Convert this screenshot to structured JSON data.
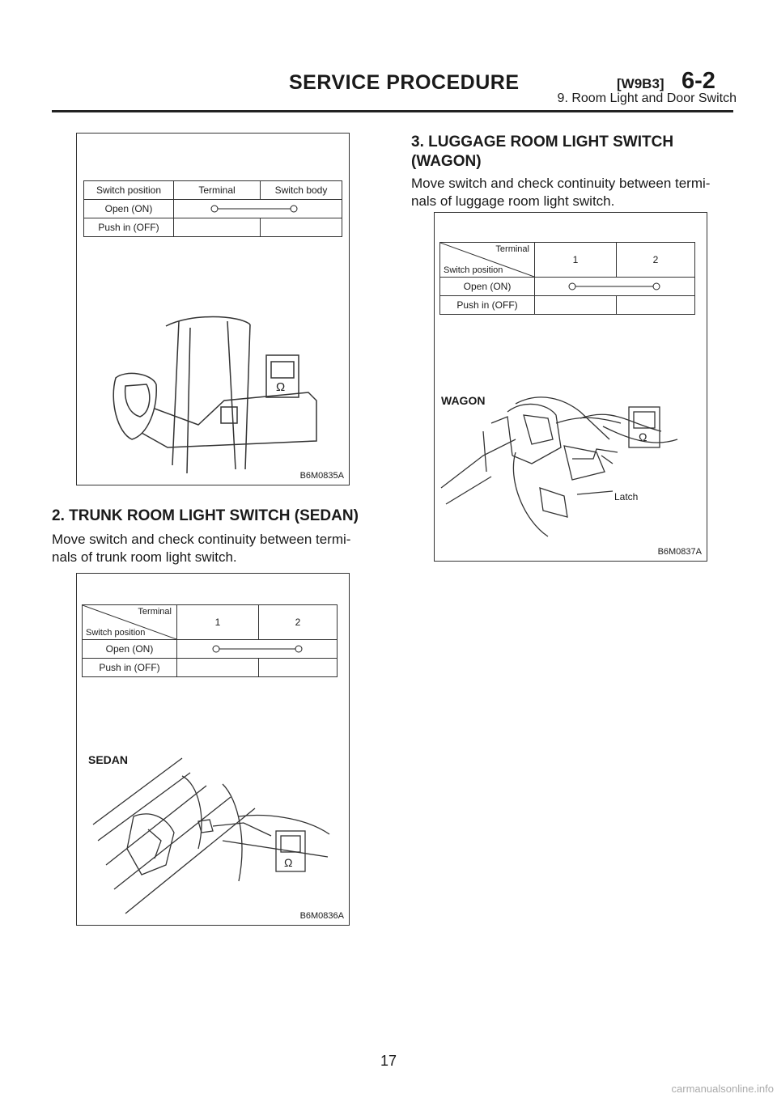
{
  "header": {
    "title": "SERVICE PROCEDURE",
    "code": "[W9B3]",
    "section": "6-2",
    "subtitle": "9. Room Light and Door Switch"
  },
  "figure1": {
    "id": "B6M0835A",
    "table": {
      "headers": [
        "Switch position",
        "Terminal",
        "Switch body"
      ],
      "rows": [
        "Open (ON)",
        "Push in (OFF)"
      ]
    },
    "meter_symbol": "Ω"
  },
  "section2": {
    "heading": "2. TRUNK ROOM LIGHT SWITCH (SEDAN)",
    "body_line1": "Move switch and check continuity between termi-",
    "body_line2": "nals of trunk room light switch."
  },
  "figure2": {
    "id": "B6M0836A",
    "label": "SEDAN",
    "table": {
      "corner_top": "Terminal",
      "corner_bottom": "Switch position",
      "col1": "1",
      "col2": "2",
      "rows": [
        "Open (ON)",
        "Push in (OFF)"
      ]
    },
    "meter_symbol": "Ω"
  },
  "section3": {
    "heading_line1": "3. LUGGAGE ROOM LIGHT SWITCH",
    "heading_line2": "(WAGON)",
    "body_line1": "Move switch and check continuity between termi-",
    "body_line2": "nals of luggage room light switch."
  },
  "figure3": {
    "id": "B6M0837A",
    "label": "WAGON",
    "latch_label": "Latch",
    "table": {
      "corner_top": "Terminal",
      "corner_bottom": "Switch position",
      "col1": "1",
      "col2": "2",
      "rows": [
        "Open (ON)",
        "Push in (OFF)"
      ]
    },
    "meter_symbol": "Ω"
  },
  "page_number": "17",
  "footer_watermark": "carmanualsonline.info"
}
